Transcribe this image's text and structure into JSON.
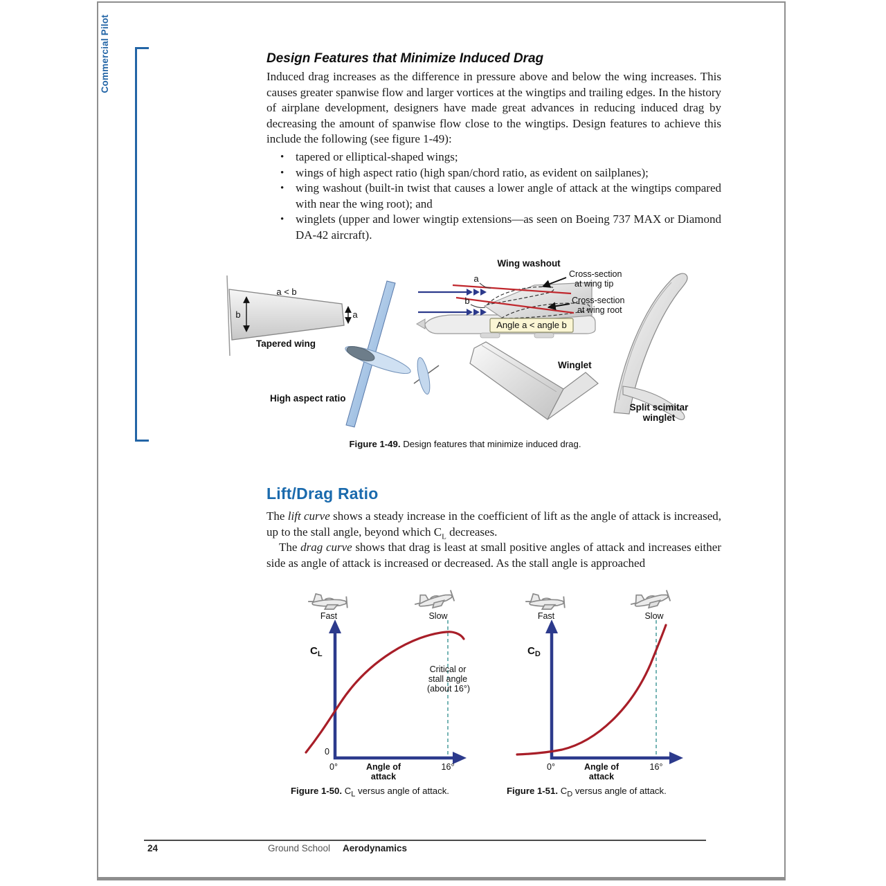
{
  "sidebar": {
    "label": "Commercial Pilot"
  },
  "induced": {
    "heading": "Design Features that Minimize Induced Drag",
    "intro": "Induced drag increases as the difference in pressure above and below the wing increases. This causes greater spanwise flow and larger vortices at the wingtips and trailing edges. In the history of airplane development, designers have made great advances in reducing induced drag by decreasing the amount of spanwise flow close to the wingtips. Design features to achieve this include the following (see figure 1-49):",
    "bullets": [
      "tapered or elliptical-shaped wings;",
      "wings of high aspect ratio (high span/chord ratio, as evident on sailplanes);",
      "wing washout (built-in twist that causes a lower angle of attack at the wingtips compared with near the wing root); and",
      "winglets (upper and lower wingtip extensions—as seen on Boeing 737 MAX or Diamond DA-42 aircraft)."
    ]
  },
  "liftdrag": {
    "heading": "Lift/Drag Ratio",
    "p1a": "The ",
    "p1i": "lift curve",
    "p1b": " shows a steady increase in the coefficient of lift as the angle of attack is increased, up to the stall angle, beyond which C",
    "p1sub": "L",
    "p1c": " decreases.",
    "p2a": "The ",
    "p2i": "drag curve",
    "p2b": " shows that drag is least at small positive angles of attack and increases either side as angle of attack is increased or decreased. As the stall angle is approached"
  },
  "fig49": {
    "labels": {
      "alt_b": "a < b",
      "dim_a": "a",
      "dim_b": "b",
      "tapered": "Tapered wing",
      "high_aspect": "High aspect ratio",
      "washout": "Wing washout",
      "wa": "a",
      "wb": "b",
      "cs_tip1": "Cross-section",
      "cs_tip2": "at wing tip",
      "cs_root1": "Cross-section",
      "cs_root2": "at wing root",
      "angle_box": "Angle a < angle b",
      "winglet": "Winglet",
      "split1": "Split scimitar",
      "split2": "winglet"
    },
    "cap_label": "Figure 1-49.",
    "cap_text": " Design features that minimize induced drag."
  },
  "fig50": {
    "fast": "Fast",
    "slow": "Slow",
    "y_main": "C",
    "y_sub": "L",
    "zero": "0",
    "x0": "0°",
    "x16": "16°",
    "xl1": "Angle of",
    "xl2": "attack",
    "ann1": "Critical or",
    "ann2": "stall angle",
    "ann3": "(about 16°)",
    "cap_label": "Figure 1-50.",
    "cap_c": " C",
    "cap_sub": "L",
    "cap_post": " versus angle of attack."
  },
  "fig51": {
    "fast": "Fast",
    "slow": "Slow",
    "y_main": "C",
    "y_sub": "D",
    "x0": "0°",
    "x16": "16°",
    "xl1": "Angle of",
    "xl2": "attack",
    "cap_label": "Figure 1-51.",
    "cap_c": " C",
    "cap_sub": "D",
    "cap_post": " versus angle of attack."
  },
  "footer": {
    "page": "24",
    "book": "Ground School",
    "chapter": "Aerodynamics"
  },
  "chart_data": [
    {
      "type": "line",
      "figure": "Figure 1-50",
      "title": "CL versus angle of attack",
      "xlabel": "Angle of attack",
      "ylabel": "CL",
      "x_ticks_deg": [
        0,
        16
      ],
      "x_range_deg": [
        -5,
        18
      ],
      "grid": false,
      "legend": "none",
      "annotations": [
        "Critical or stall angle (about 16°)",
        "Fast (low angle of attack)",
        "Slow (high angle of attack)"
      ],
      "series": [
        {
          "name": "lift curve (CL)",
          "x": [
            -5,
            -2,
            0,
            4,
            8,
            12,
            14,
            16,
            18
          ],
          "y": [
            0.02,
            0.18,
            0.32,
            0.62,
            0.9,
            1.15,
            1.25,
            1.32,
            1.27
          ]
        }
      ],
      "critical_angle_deg": 16,
      "curve_color": "#a81e28",
      "axis_color": "#2c3a8c",
      "dashed_line_color": "#53a2a2"
    },
    {
      "type": "line",
      "figure": "Figure 1-51",
      "title": "CD versus angle of attack",
      "xlabel": "Angle of attack",
      "ylabel": "CD",
      "x_ticks_deg": [
        0,
        16
      ],
      "x_range_deg": [
        -5,
        18
      ],
      "grid": false,
      "legend": "none",
      "annotations": [
        "Fast (low angle of attack)",
        "Slow (high angle of attack)"
      ],
      "series": [
        {
          "name": "drag curve (CD)",
          "x": [
            -5,
            -2,
            0,
            4,
            8,
            12,
            14,
            16,
            18
          ],
          "y": [
            0.035,
            0.03,
            0.035,
            0.07,
            0.16,
            0.35,
            0.5,
            0.72,
            1.0
          ]
        }
      ],
      "critical_angle_deg": 16,
      "curve_color": "#a81e28",
      "axis_color": "#2c3a8c",
      "dashed_line_color": "#53a2a2"
    }
  ]
}
